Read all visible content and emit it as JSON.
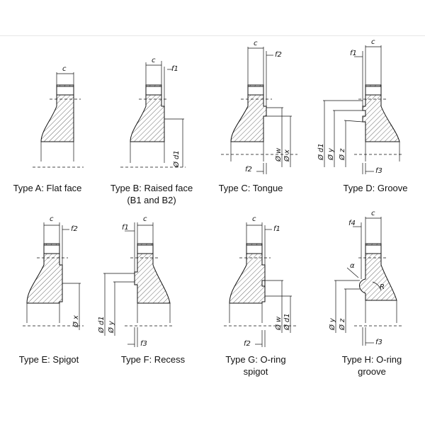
{
  "flange_types": [
    {
      "caption": "Type A: Flat face",
      "dims": [
        "c"
      ]
    },
    {
      "caption": "Type B: Raised face",
      "caption2": "(B1 and B2)",
      "dims": [
        "c",
        "f1",
        "Ø d1"
      ]
    },
    {
      "caption": "Type C: Tongue",
      "dims": [
        "c",
        "f2",
        "f2",
        "Ø w",
        "Ø x"
      ]
    },
    {
      "caption": "Type D: Groove",
      "dims": [
        "f1",
        "c",
        "Ø d1",
        "Ø y",
        "Ø z",
        "f3"
      ]
    },
    {
      "caption": "Type E: Spigot",
      "dims": [
        "c",
        "f2",
        "Ø x"
      ]
    },
    {
      "caption": "Type F: Recess",
      "dims": [
        "f1",
        "c",
        "Ø d1",
        "Ø y",
        "f3"
      ]
    },
    {
      "caption": "Type G: O-ring",
      "caption2": "spigot",
      "dims": [
        "c",
        "f1",
        "f2",
        "Ø w",
        "Ø d1"
      ]
    },
    {
      "caption": "Type H: O-ring",
      "caption2": "groove",
      "dims": [
        "c",
        "f4",
        "α",
        "R",
        "Ø y",
        "Ø z",
        "f3"
      ]
    }
  ]
}
